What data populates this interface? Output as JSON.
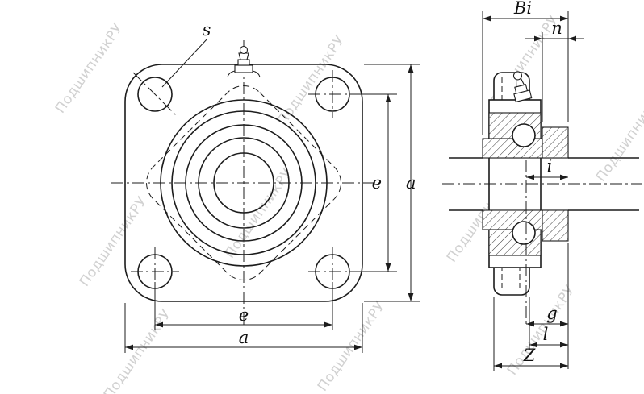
{
  "drawing": {
    "type": "technical-drawing",
    "subject": "4-bolt square flange ball bearing unit (UCF type): front view with dimension lines and sectional side view with shaft"
  },
  "watermark": {
    "text": "ПодшипникРУ",
    "color": "#c9c9c9"
  },
  "front_view": {
    "labels": {
      "s": "s",
      "e_right": "e",
      "a_right": "a",
      "e_bottom": "e",
      "a_bottom": "a"
    }
  },
  "side_view": {
    "labels": {
      "Bi": "Bi",
      "n": "n",
      "i": "i",
      "g": "g",
      "l": "l",
      "Z": "Z"
    }
  },
  "colors": {
    "line": "#1c1c1c",
    "background": "#ffffff",
    "watermark": "#c9c9c9"
  }
}
